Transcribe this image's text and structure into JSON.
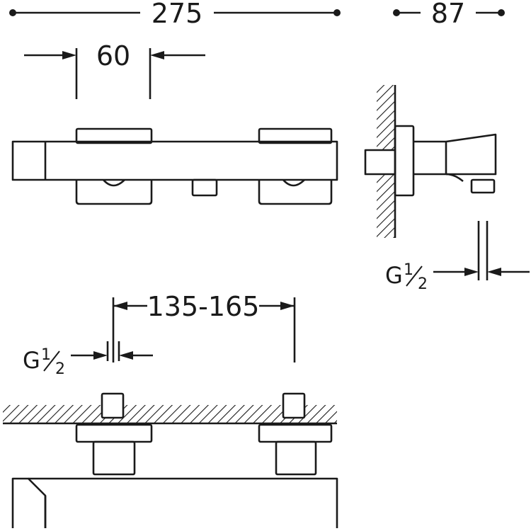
{
  "dimensions": {
    "overall_width": "275",
    "depth": "87",
    "handle_width": "60",
    "centers": "135-165"
  },
  "thread_labels": {
    "side_view": {
      "letter": "G",
      "num": "1",
      "den": "2"
    },
    "bottom_view": {
      "letter": "G",
      "num": "1",
      "den": "2"
    }
  },
  "colors": {
    "ink": "#1a1a1a",
    "background": "#ffffff"
  }
}
